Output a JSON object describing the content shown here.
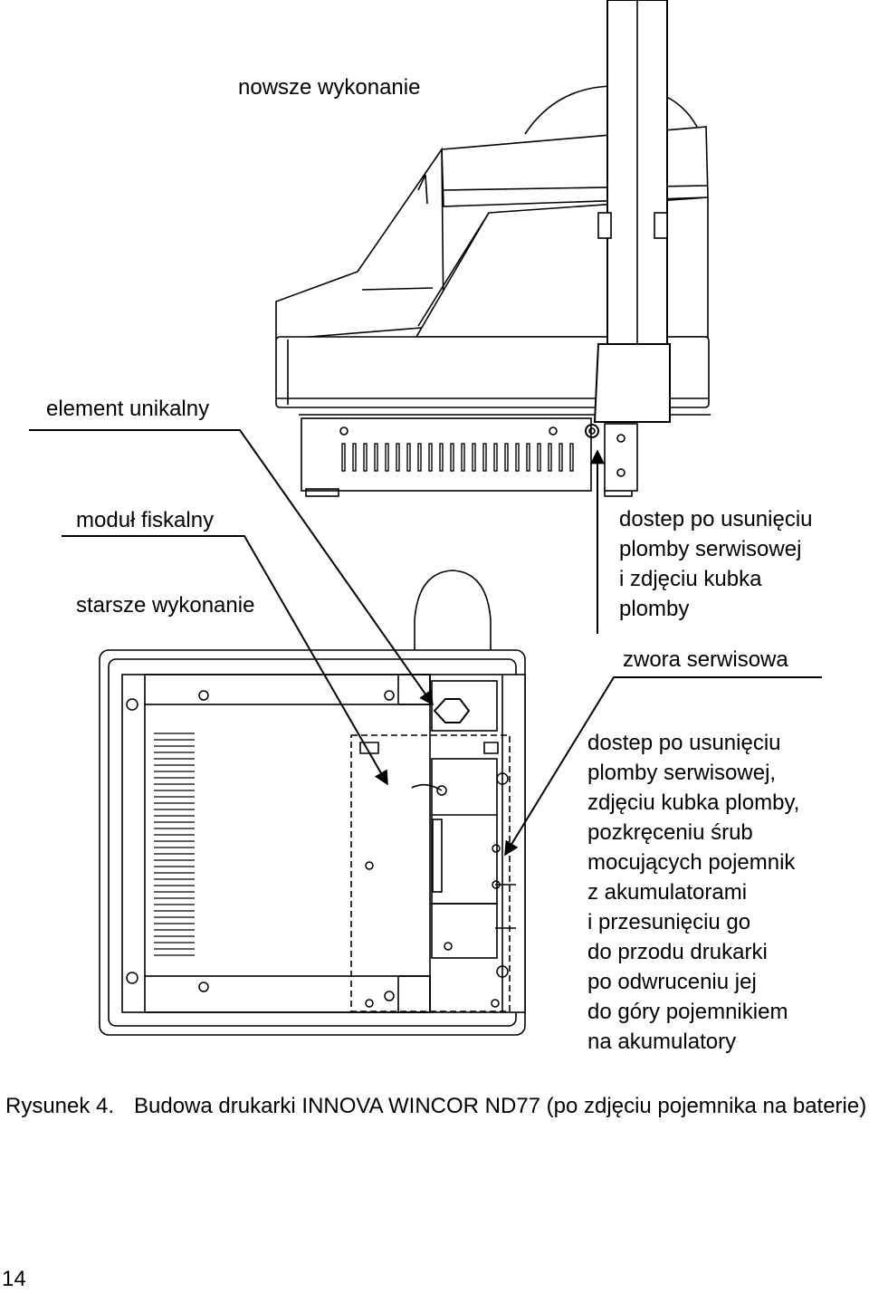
{
  "labels": {
    "newer_version": "nowsze wykonanie",
    "unique_element": "element unikalny",
    "fiscal_module": "moduł fiskalny",
    "older_version": "starsze wykonanie",
    "access_after_seal": "dostep po usunięciu\nplomby serwisowej\ni zdjęciu kubka\nplomby",
    "service_jumper": "zwora serwisowa",
    "access_full": "dostep po usunięciu\nplomby serwisowej,\nzdjęciu kubka plomby,\npozkręceniu śrub\nmocujących pojemnik\nz akumulatorami\ni przesunięciu go\ndo przodu drukarki\npo odwruceniu jej\ndo góry pojemnikiem\nna akumulatory"
  },
  "caption": {
    "prefix": "Rysunek 4.",
    "text": "Budowa drukarki INNOVA WINCOR ND77 (po zdjęciu pojemnika na baterie)"
  },
  "page_number": "14"
}
